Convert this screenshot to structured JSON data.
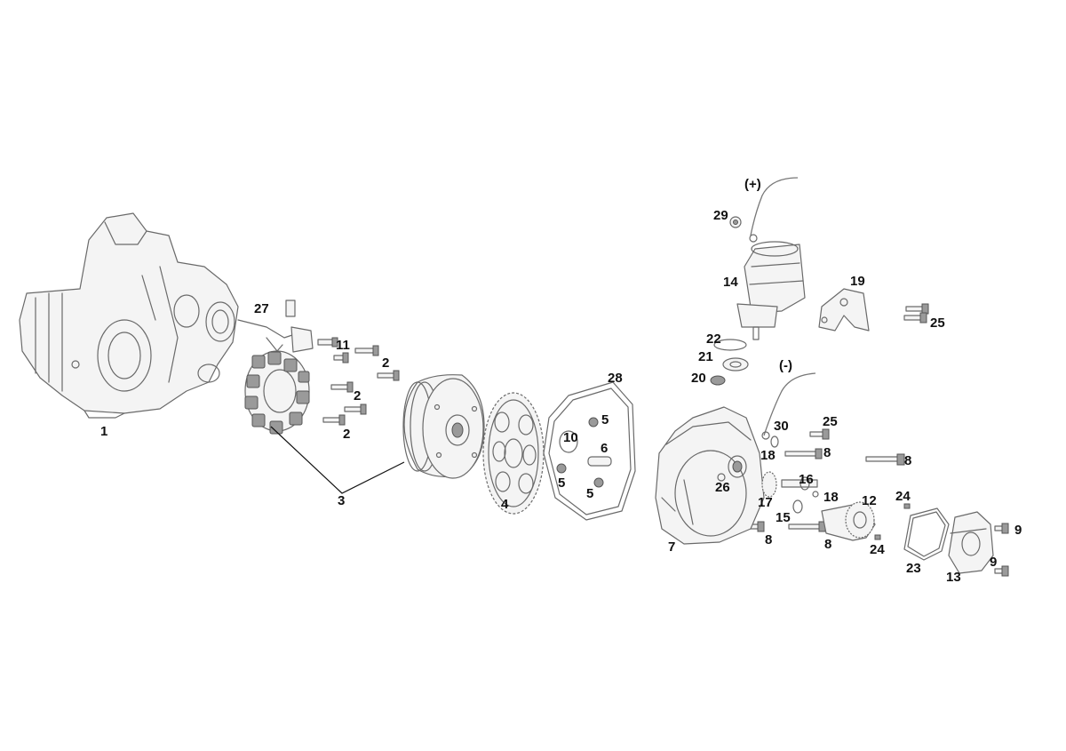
{
  "labels": {
    "p1": "1",
    "p2a": "2",
    "p2b": "2",
    "p2c": "2",
    "p3": "3",
    "p4": "4",
    "p5a": "5",
    "p5b": "5",
    "p5c": "5",
    "p6": "6",
    "p7": "7",
    "p8a": "8",
    "p8b": "8",
    "p8c": "8",
    "p8d": "8",
    "p9a": "9",
    "p9b": "9",
    "p10": "10",
    "p11": "11",
    "p12": "12",
    "p13": "13",
    "p14": "14",
    "p15": "15",
    "p16": "16",
    "p17": "17",
    "p18a": "18",
    "p18b": "18",
    "p19": "19",
    "p20": "20",
    "p21": "21",
    "p22": "22",
    "p23": "23",
    "p24a": "24",
    "p24b": "24",
    "p25a": "25",
    "p25b": "25",
    "p26": "26",
    "p27": "27",
    "p28": "28",
    "p29": "29",
    "p30": "30",
    "plus": "(+)",
    "minus": "(-)"
  }
}
